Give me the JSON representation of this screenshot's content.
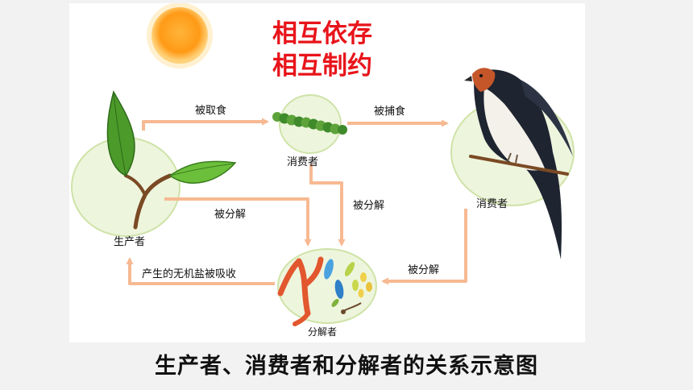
{
  "headline": [
    "相互依存",
    "相互制约"
  ],
  "labels": {
    "producer": "生产者",
    "consumer_primary": "消费者",
    "consumer_secondary": "消费者",
    "decomposer": "分解者"
  },
  "arrows": {
    "eaten": "被取食",
    "preyed": "被捕食",
    "decomposed_producer": "被分解",
    "decomposed_primary": "被分解",
    "decomposed_secondary": "被分解",
    "salts_absorbed": "产生的无机盐被吸收"
  },
  "caption": "生产者、消费者和分解者的关系示意图",
  "colors": {
    "arrow": "#f7b992",
    "node_fill": "#eef5dd",
    "node_stroke": "#cfe3a8",
    "headline": "#e8141b",
    "sun": "#ffa41f"
  },
  "icons": [
    "sun-icon",
    "leaf-plant-icon",
    "caterpillar-icon",
    "swallow-bird-icon",
    "bacteria-fungi-icon"
  ]
}
